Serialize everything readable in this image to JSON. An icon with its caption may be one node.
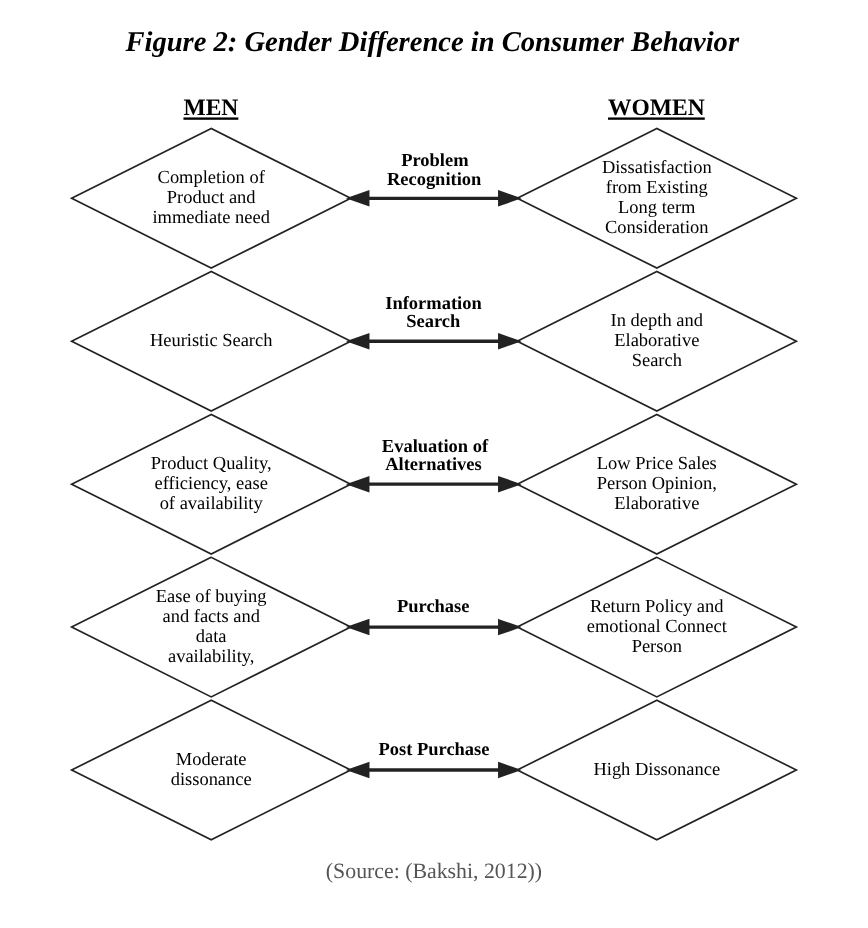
{
  "diagram": {
    "title": "Figure 2: Gender Difference in Consumer Behavior",
    "caption": "(Source: (Bakshi, 2012))",
    "nodes": [
      {
        "text": [
          "Completion of Product and immediate need"
        ]
      },
      {
        "text": [
          "Dissatisfaction from Existing Long term Consideration"
        ]
      },
      {
        "text": [
          "Heuristic Search"
        ]
      },
      {
        "text": [
          "In depth and Elaborative Search"
        ]
      },
      {
        "text": [
          "Product Quality, efficiency, ease of availability"
        ]
      },
      {
        "text": [
          "Low Price Sales Person Opinion, Elaborative"
        ]
      },
      {
        "text": [
          "Ease of buying and facts and data availability,"
        ]
      },
      {
        "text": [
          "Return Policy and emotional Connect Person"
        ]
      },
      {
        "text": [
          "Moderate dissonance"
        ]
      },
      {
        "text": [
          "High Dissonance"
        ]
      }
    ],
    "edges": [
      {
        "from": 0,
        "to": 1,
        "arrow": "both",
        "label": "Problem Recognition"
      },
      {
        "from": 2,
        "to": 3,
        "arrow": "both",
        "label": "Information Search"
      },
      {
        "from": 4,
        "to": 5,
        "arrow": "both",
        "label": "Evaluation of Alternatives"
      },
      {
        "from": 6,
        "to": 7,
        "arrow": "both",
        "label": "Purchase"
      },
      {
        "from": 8,
        "to": 9,
        "arrow": "both",
        "label": "Post Purchase"
      }
    ],
    "labels": [
      "MEN",
      "WOMEN"
    ]
  }
}
